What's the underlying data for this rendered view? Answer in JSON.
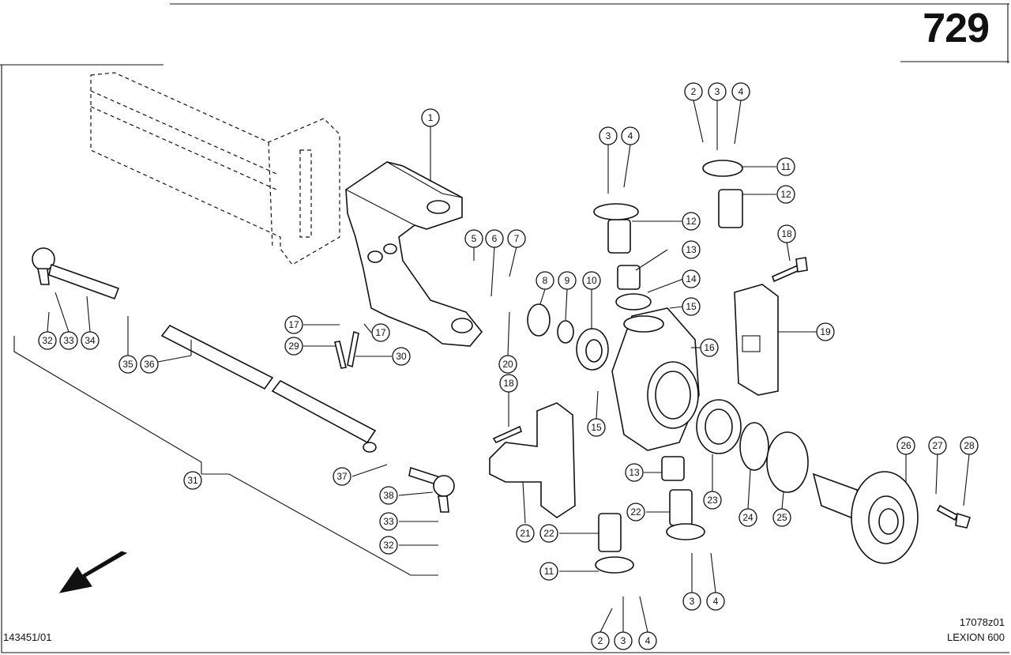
{
  "header": {
    "page_number": "729"
  },
  "footer": {
    "drawing_id": "17078z01",
    "model": "LEXION 600",
    "doc_number": "143451/01"
  },
  "callouts": [
    {
      "id": "c1",
      "label": "1"
    },
    {
      "id": "c2a",
      "label": "2"
    },
    {
      "id": "c3a",
      "label": "3"
    },
    {
      "id": "c4a",
      "label": "4"
    },
    {
      "id": "c3b",
      "label": "3"
    },
    {
      "id": "c4b",
      "label": "4"
    },
    {
      "id": "c11a",
      "label": "11"
    },
    {
      "id": "c12a",
      "label": "12"
    },
    {
      "id": "c12b",
      "label": "12"
    },
    {
      "id": "c5",
      "label": "5"
    },
    {
      "id": "c6",
      "label": "6"
    },
    {
      "id": "c7",
      "label": "7"
    },
    {
      "id": "c8",
      "label": "8"
    },
    {
      "id": "c9",
      "label": "9"
    },
    {
      "id": "c10",
      "label": "10"
    },
    {
      "id": "c13a",
      "label": "13"
    },
    {
      "id": "c14",
      "label": "14"
    },
    {
      "id": "c15a",
      "label": "15"
    },
    {
      "id": "c18a",
      "label": "18"
    },
    {
      "id": "c19",
      "label": "19"
    },
    {
      "id": "c16",
      "label": "16"
    },
    {
      "id": "c17a",
      "label": "17"
    },
    {
      "id": "c17b",
      "label": "17"
    },
    {
      "id": "c29",
      "label": "29"
    },
    {
      "id": "c30",
      "label": "30"
    },
    {
      "id": "c20",
      "label": "20"
    },
    {
      "id": "c18b",
      "label": "18"
    },
    {
      "id": "c15b",
      "label": "15"
    },
    {
      "id": "c32a",
      "label": "32"
    },
    {
      "id": "c33a",
      "label": "33"
    },
    {
      "id": "c34",
      "label": "34"
    },
    {
      "id": "c35",
      "label": "35"
    },
    {
      "id": "c36",
      "label": "36"
    },
    {
      "id": "c31",
      "label": "31"
    },
    {
      "id": "c37",
      "label": "37"
    },
    {
      "id": "c38",
      "label": "38"
    },
    {
      "id": "c33b",
      "label": "33"
    },
    {
      "id": "c32b",
      "label": "32"
    },
    {
      "id": "c13b",
      "label": "13"
    },
    {
      "id": "c22a",
      "label": "22"
    },
    {
      "id": "c21",
      "label": "21"
    },
    {
      "id": "c22b",
      "label": "22"
    },
    {
      "id": "c23",
      "label": "23"
    },
    {
      "id": "c24",
      "label": "24"
    },
    {
      "id": "c25",
      "label": "25"
    },
    {
      "id": "c26",
      "label": "26"
    },
    {
      "id": "c27",
      "label": "27"
    },
    {
      "id": "c28",
      "label": "28"
    },
    {
      "id": "c11b",
      "label": "11"
    },
    {
      "id": "c2b",
      "label": "2"
    },
    {
      "id": "c3c",
      "label": "3"
    },
    {
      "id": "c4c",
      "label": "4"
    },
    {
      "id": "c3d",
      "label": "3"
    },
    {
      "id": "c4d",
      "label": "4"
    }
  ]
}
